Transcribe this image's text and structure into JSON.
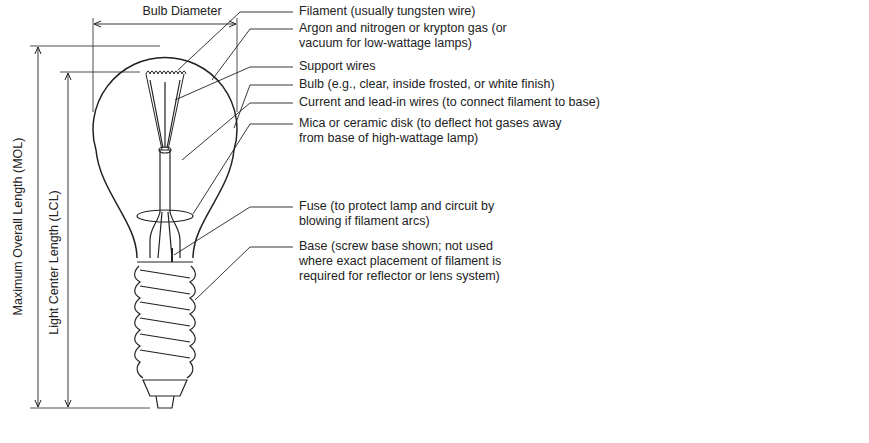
{
  "diagram": {
    "labels": [
      "Bulb Diameter",
      "Maximum Overall Length (MOL)",
      "Light Center Length (LCL)",
      "Filament (usually tungsten wire)",
      "Argon and nitrogen or krypton gas (or vacuum for low-wattage lamps)",
      "Support wires",
      "Bulb (e.g., clear, inside frosted, or white finish)",
      "Current and lead-in wires (to connect filament to base)",
      "Mica or ceramic disk (to deflect hot gases away from base of high-wattage lamp)",
      "Fuse (to protect lamp and circuit by blowing if filament arcs)",
      "Base (screw base shown; not used where exact placement of filament is required for reflector or lens system)"
    ]
  }
}
